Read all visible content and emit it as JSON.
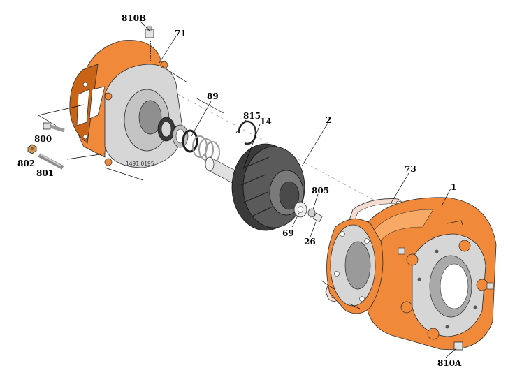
{
  "drawing": {
    "document_number": "1491 0195",
    "colors": {
      "casing_orange": "#f0893a",
      "casing_orange_dark": "#c96416",
      "plate_grey": "#d6d6d6",
      "plate_grey_dark": "#a9a9a9",
      "impeller_grey": "#5a5a5a",
      "impeller_dark": "#3a3a3a",
      "metal_light": "#ededed",
      "gasket": "#f4ddd0"
    },
    "parts": [
      {
        "id": "p1",
        "label": "1",
        "icon": "pump-casing-icon"
      },
      {
        "id": "p2",
        "label": "2",
        "icon": "impeller-icon"
      },
      {
        "id": "p14",
        "label": "14",
        "icon": "shaft-icon"
      },
      {
        "id": "p26",
        "label": "26",
        "icon": "impeller-screw-icon"
      },
      {
        "id": "p69",
        "label": "69",
        "icon": "washer-icon"
      },
      {
        "id": "p71",
        "label": "71",
        "icon": "intermediate-casing-icon"
      },
      {
        "id": "p73",
        "label": "73",
        "icon": "gasket-icon"
      },
      {
        "id": "p89",
        "label": "89",
        "icon": "mechanical-seal-icon"
      },
      {
        "id": "p800",
        "label": "800",
        "icon": "bolt-icon"
      },
      {
        "id": "p801",
        "label": "801",
        "icon": "stud-icon"
      },
      {
        "id": "p802",
        "label": "802",
        "icon": "nut-icon"
      },
      {
        "id": "p805",
        "label": "805",
        "icon": "washer-icon"
      },
      {
        "id": "p810A",
        "label": "810A",
        "icon": "plug-icon"
      },
      {
        "id": "p810B",
        "label": "810B",
        "icon": "plug-icon"
      },
      {
        "id": "p815",
        "label": "815",
        "icon": "retaining-ring-icon"
      }
    ]
  }
}
